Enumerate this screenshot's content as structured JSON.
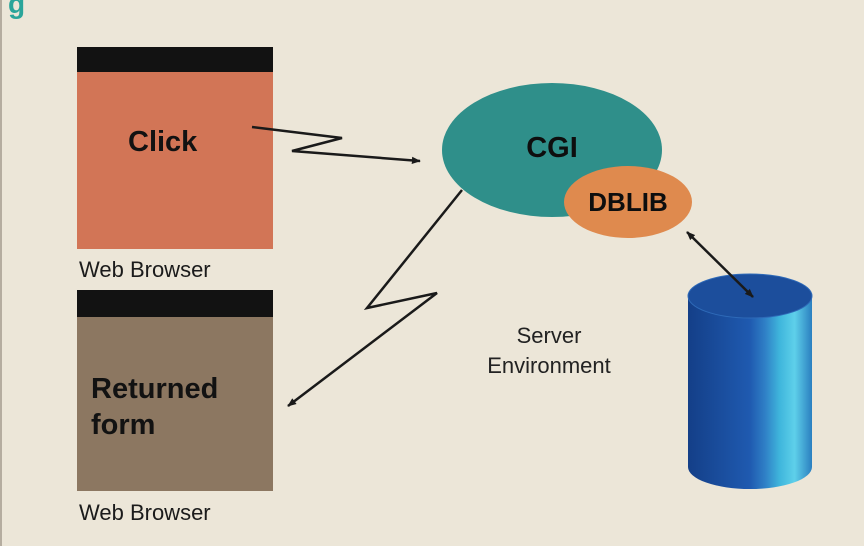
{
  "title_fragment": "g",
  "browser_top": {
    "text": "Click",
    "caption": "Web Browser"
  },
  "browser_bottom": {
    "text_lines": [
      "Returned",
      "form"
    ],
    "caption": "Web Browser"
  },
  "cgi": {
    "label": "CGI"
  },
  "dblib": {
    "label": "DBLIB"
  },
  "server": {
    "lines": [
      "Server",
      "Environment"
    ]
  },
  "colors": {
    "background": "#ece6d8",
    "title": "#2aa59a",
    "browser_click": "#d27556",
    "browser_returned": "#8c7761",
    "window_bar": "#121212",
    "cgi": "#2f8f8a",
    "dblib": "#df8a4e",
    "database": "#1a4fa0",
    "database_highlight": "#37c3e0"
  }
}
